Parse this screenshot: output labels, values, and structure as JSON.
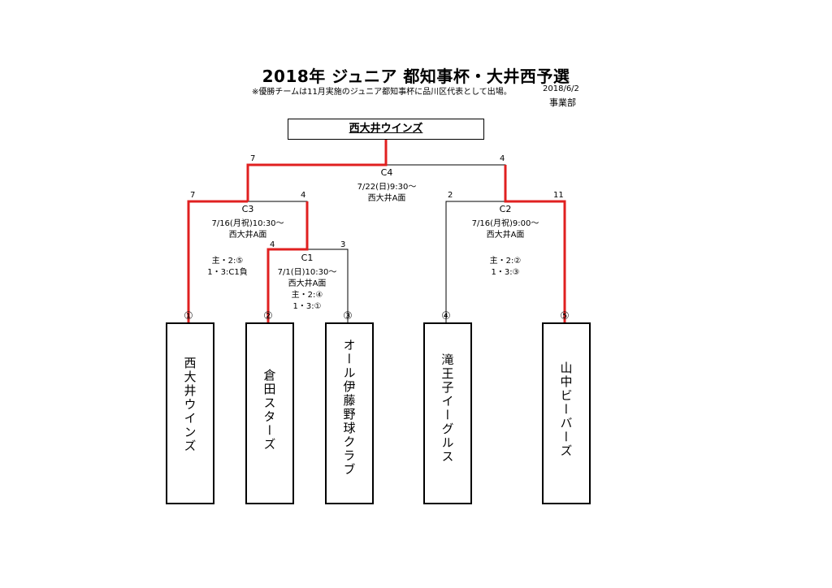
{
  "header": {
    "title": "2018年 ジュニア 都知事杯・大井西予選",
    "note": "※優勝チームは11月実施のジュニア都知事杯に品川区代表として出場。",
    "date": "2018/6/2",
    "dept": "事業部"
  },
  "winner": "西大井ウインズ",
  "matches": {
    "c4": {
      "label": "C4",
      "date": "7/22(日)9:30〜",
      "venue": "西大井A面",
      "score_left": "7",
      "score_right": "4"
    },
    "c3": {
      "label": "C3",
      "date": "7/16(月祝)10:30〜",
      "venue": "西大井A面",
      "score_left": "7",
      "score_right": "4",
      "umpire_main": "主・2:⑤",
      "umpire_base": "1・3:C1負"
    },
    "c2": {
      "label": "C2",
      "date": "7/16(月祝)9:00〜",
      "venue": "西大井A面",
      "score_left": "2",
      "score_right": "11",
      "umpire_main": "主・2:②",
      "umpire_base": "1・3:③"
    },
    "c1": {
      "label": "C1",
      "date": "7/1(日)10:30〜",
      "venue": "西大井A面",
      "score_left": "4",
      "score_right": "3",
      "umpire_main": "主・2:④",
      "umpire_base": "1・3:①"
    }
  },
  "teams": [
    {
      "num": "①",
      "name": "西大井ウインズ"
    },
    {
      "num": "②",
      "name": "倉田スターズ"
    },
    {
      "num": "③",
      "name": "オール伊藤野球クラブ"
    },
    {
      "num": "④",
      "name": "滝王子イーグルス"
    },
    {
      "num": "⑤",
      "name": "山中ビーバーズ"
    }
  ],
  "colors": {
    "win_line": "#e02020",
    "line": "#000000"
  }
}
